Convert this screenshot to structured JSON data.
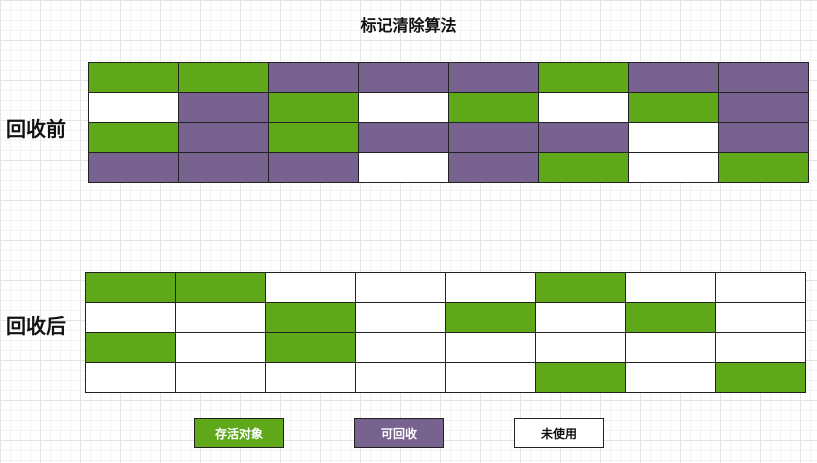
{
  "title": "标记清除算法",
  "before": {
    "label": "回收前",
    "rows": [
      [
        "alive",
        "alive",
        "recyclable",
        "recyclable",
        "recyclable",
        "alive",
        "recyclable",
        "recyclable"
      ],
      [
        "unused",
        "recyclable",
        "alive",
        "unused",
        "alive",
        "unused",
        "alive",
        "recyclable"
      ],
      [
        "alive",
        "recyclable",
        "alive",
        "recyclable",
        "recyclable",
        "recyclable",
        "unused",
        "recyclable"
      ],
      [
        "recyclable",
        "recyclable",
        "recyclable",
        "unused",
        "recyclable",
        "alive",
        "unused",
        "alive"
      ]
    ]
  },
  "after": {
    "label": "回收后",
    "rows": [
      [
        "alive",
        "alive",
        "unused",
        "unused",
        "unused",
        "alive",
        "unused",
        "unused"
      ],
      [
        "unused",
        "unused",
        "alive",
        "unused",
        "alive",
        "unused",
        "alive",
        "unused"
      ],
      [
        "alive",
        "unused",
        "alive",
        "unused",
        "unused",
        "unused",
        "unused",
        "unused"
      ],
      [
        "unused",
        "unused",
        "unused",
        "unused",
        "unused",
        "alive",
        "unused",
        "alive"
      ]
    ]
  },
  "legend": {
    "alive": "存活对象",
    "recyclable": "可回收",
    "unused": "未使用"
  },
  "colors": {
    "alive": "#5ea81a",
    "recyclable": "#786290",
    "unused": "#ffffff"
  }
}
